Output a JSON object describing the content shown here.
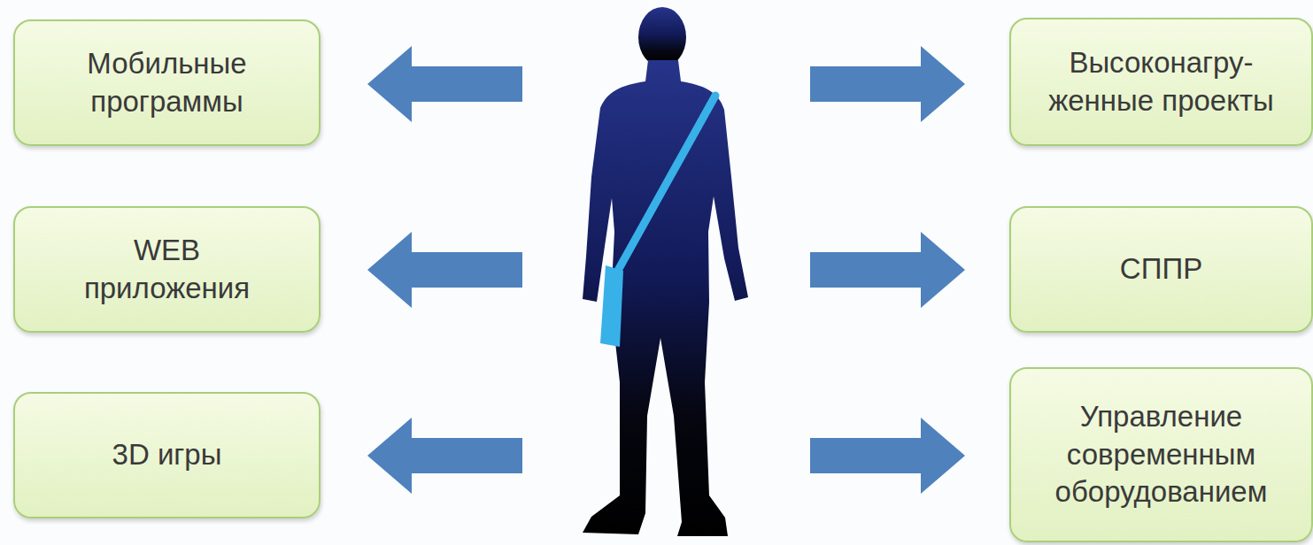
{
  "diagram": {
    "nodes": [
      {
        "text": [
          "Мобильные программы"
        ]
      },
      {
        "text": [
          "Высоконагру- женные проекты"
        ]
      },
      {
        "text": [
          "WEB приложения"
        ]
      },
      {
        "text": [
          "СППР"
        ]
      },
      {
        "text": [
          "3D игры"
        ]
      },
      {
        "text": [
          "Управление современным оборудованием"
        ]
      }
    ]
  }
}
